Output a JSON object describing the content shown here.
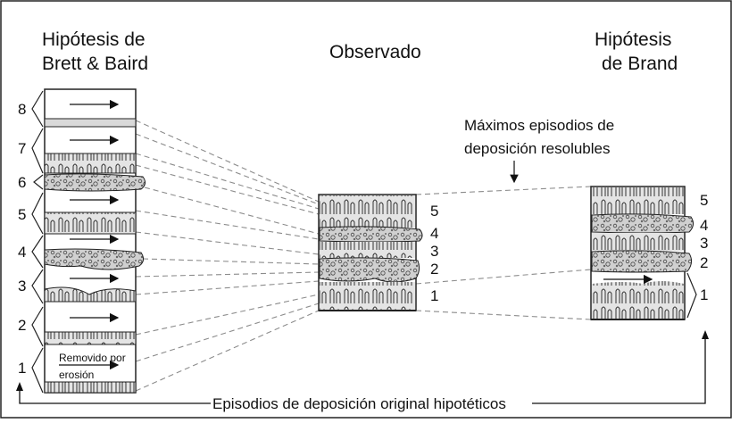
{
  "headings": {
    "left_line1": "Hipótesis de",
    "left_line2": "Brett & Baird",
    "center": "Observado",
    "right_line1": "Hipótesis",
    "right_line2": "de Brand"
  },
  "annotations": {
    "top_line1": "Máximos episodios de",
    "top_line2": "deposición resolubles",
    "bottom": "Episodios de deposición original hipotéticos",
    "removed_line1": "Removido por",
    "removed_line2": "erosión"
  },
  "left_column": {
    "episode_numbers": [
      "8",
      "7",
      "6",
      "5",
      "4",
      "3",
      "2",
      "1"
    ]
  },
  "center_column": {
    "layer_numbers": [
      "5",
      "4",
      "3",
      "2",
      "1"
    ]
  },
  "right_column": {
    "layer_numbers": [
      "5",
      "4",
      "3",
      "2",
      "1"
    ]
  },
  "colors": {
    "layer_fill": "#d9d9d9",
    "stroke": "#222222",
    "dashed_line": "#8c8c8c"
  }
}
